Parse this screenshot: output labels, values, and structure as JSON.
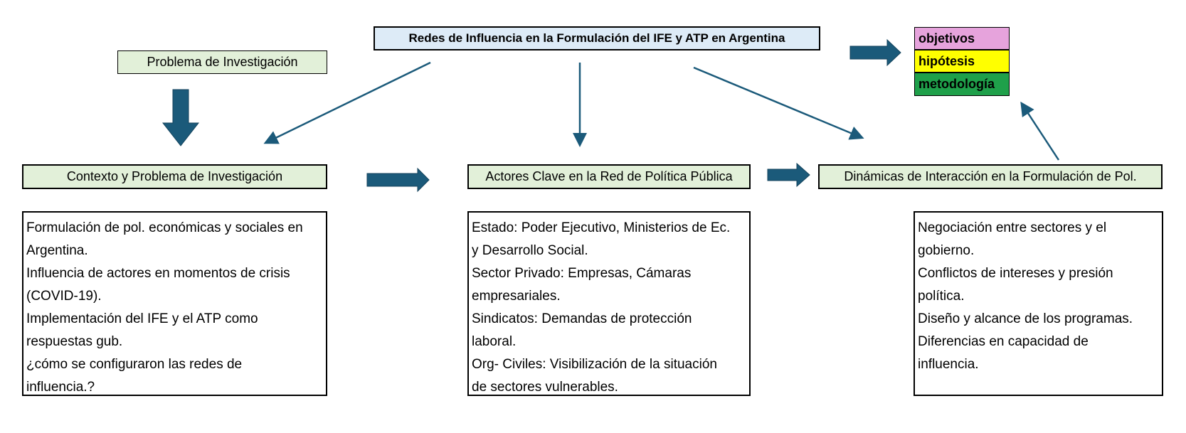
{
  "title": "Redes de Influencia en la Formulación del IFE y ATP en Argentina",
  "problema": "Problema de Investigación",
  "headers": {
    "contexto": "Contexto y Problema de Investigación",
    "actores": "Actores Clave en la Red de Política Pública",
    "dinamicas": "Dinámicas de Interacción en la Formulación de Pol."
  },
  "legend": {
    "objetivos": {
      "label": "objetivos",
      "color": "#e6a3dc"
    },
    "hipotesis": {
      "label": "hipótesis",
      "color": "#ffff00"
    },
    "metodologia": {
      "label": "metodología",
      "color": "#1fa04a"
    }
  },
  "boxes": {
    "contexto": [
      "Formulación de pol. económicas y sociales en",
      "Argentina.",
      "Influencia de actores en momentos de crisis",
      "(COVID-19).",
      "Implementación del IFE y el ATP como",
      "respuestas gub.",
      "¿cómo se configuraron las redes de",
      "influencia.?"
    ],
    "actores": [
      "Estado: Poder Ejecutivo, Ministerios de Ec.",
      "y Desarrollo Social.",
      "Sector Privado: Empresas, Cámaras",
      "empresariales.",
      "Sindicatos: Demandas de protección",
      "laboral.",
      "Org- Civiles: Visibilización de la situación",
      "de sectores vulnerables."
    ],
    "dinamicas": [
      "Negociación entre sectores y el",
      "gobierno.",
      "Conflictos de intereses y presión",
      "política.",
      "Diseño y alcance de los programas.",
      "Diferencias en capacidad de",
      "influencia."
    ]
  },
  "colors": {
    "arrow": "#1b5a7a",
    "header_fill": "#e2f0d9",
    "title_fill": "#ddebf7"
  }
}
